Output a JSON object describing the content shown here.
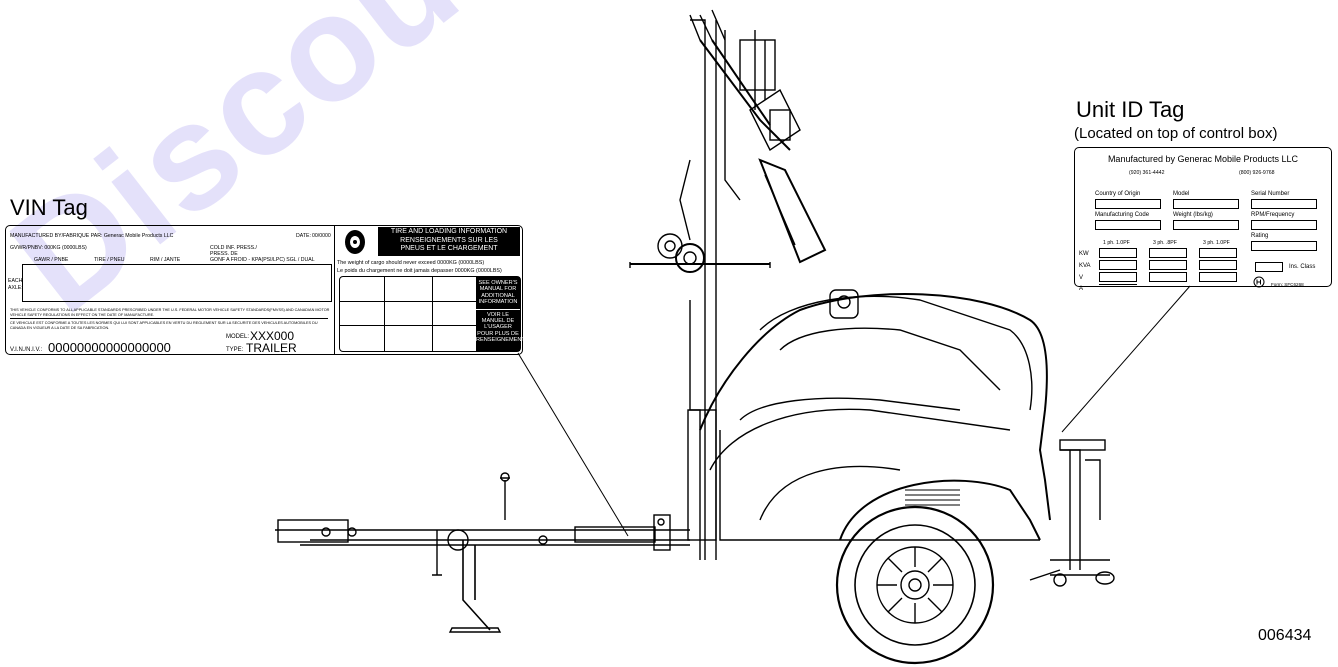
{
  "figure_id": "006434",
  "watermark_text": "Discount",
  "vin_tag": {
    "title": "VIN Tag",
    "manufactured_by": "MANUFACTURED BY/FABRIQUE PAR:  Generac Mobile Products LLC",
    "date_label": "DATE:",
    "date_value": "00/0000",
    "gvwr": "GVWR/PNBV:   000KG (0000LBS)",
    "cold_inf": "COLD INF. PRESS./",
    "press_de": "PRESS. DE",
    "gonf": "GONF A FROID - KPA(PSI/LPC) SGL / DUAL",
    "col_gawr": "GAWR / PNBE",
    "col_tire": "TIRE / PNEU",
    "col_rim": "RIM / JANTE",
    "each_axle": "EACH AXLE:",
    "conform_en": "THIS VEHICLE CONFORMS TO ALL APPLICABLE STANDARDS PRESCRIBED UNDER THE U.S. FEDERAL MOTOR VEHICLE SAFETY STANDARDS(FMVSS) AND CANADIAN MOTOR VEHICLE SAFETY REGULATIONS IN EFFECT ON THE DATE OF MANUFACTURE.",
    "conform_fr": "CE VEHICULE EST CONFORME A TOUTES LES NORMES QUI LUI SONT APPLICABLES EN VERTU DU REGLEMENT SUR LA SECURITE DES VEHICULES AUTOMOBILES DU CANADA EN VIGUEUR A LA DATE DE SA FABRICATION.",
    "model_label": "MODEL:",
    "model_value": "XXX000",
    "vin_label": "V.I.N./N.I.V.:",
    "vin_value": "00000000000000000",
    "type_label": "TYPE:",
    "type_value": "TRAILER",
    "tire_title_1": "TIRE AND LOADING INFORMATION",
    "tire_title_2": "RENSEIGNEMENTS SUR LES",
    "tire_title_3": "PNEUS ET LE CHARGEMENT",
    "cargo_en": "The weight of cargo should never exceed 0000KG (0000LBS)",
    "cargo_fr": "Le poids du chargement ne doit jamais depasser 0000KG (0000LBS)",
    "see_manual": "SEE OWNER'S MANUAL FOR ADDITIONAL INFORMATION",
    "voir_manual": "VOIR LE MANUEL DE L'USAGER POUR PLUS DE RENSEIGNEMENTS"
  },
  "unit_id_tag": {
    "title": "Unit ID Tag",
    "subtitle": "(Located on top of control box)",
    "manufacturer": "Manufactured by Generac Mobile Products LLC",
    "phone_1": "(920) 361-4442",
    "phone_2": "(800) 926-9768",
    "country": "Country of Origin",
    "model": "Model",
    "serial": "Serial Number",
    "mfg_code": "Manufacturing Code",
    "weight": "Weight (lbs/kg)",
    "rpm": "RPM/Frequency",
    "rating": "Rating",
    "col_1": "1 ph. 1.0PF",
    "col_2": "3 ph. .8PF",
    "col_3": "3 ph. 1.0PF",
    "row_kw": "KW",
    "row_kva": "KVA",
    "row_v": "V",
    "row_a": "A",
    "ins_class": "Ins. Class",
    "form": "Form: SFC6268"
  },
  "colors": {
    "line": "#000000",
    "watermark": "#2d12d9"
  }
}
